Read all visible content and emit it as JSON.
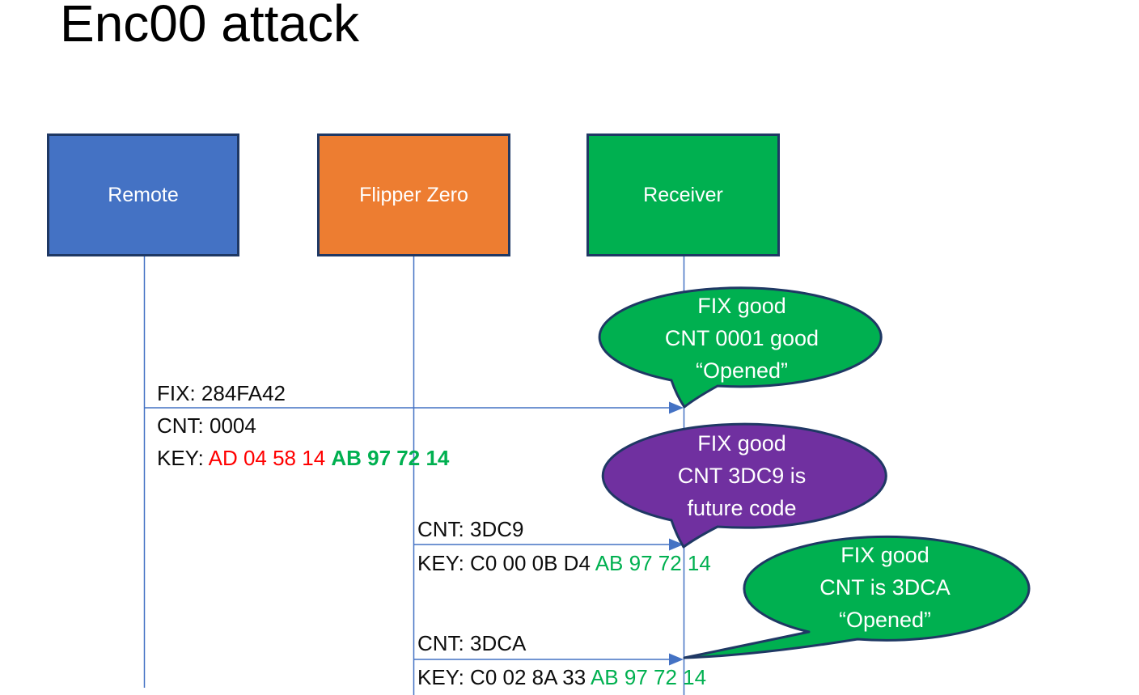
{
  "title": "Enc00 attack",
  "actors": [
    {
      "label": "Remote",
      "fill": "#4472C4"
    },
    {
      "label": "Flipper Zero",
      "fill": "#ED7D31"
    },
    {
      "label": "Receiver",
      "fill": "#00B050"
    }
  ],
  "colors": {
    "box_border": "#1F3864",
    "line_blue": "#4472C4",
    "text_black": "#0d0d0d",
    "key_red": "#FF0000",
    "key_green": "#00B050",
    "bubble_green": "#00B050",
    "bubble_purple": "#7030A0",
    "bubble_text": "#ffffff"
  },
  "messages": {
    "m1": {
      "fix": "FIX: 284FA42",
      "cnt": "CNT: 0004",
      "key_label": "KEY: ",
      "key_red": "AD 04 58 14 ",
      "key_green": "AB 97 72 14"
    },
    "m2": {
      "cnt": "CNT: 3DC9",
      "key_label": "KEY: C0 00 0B D4 ",
      "key_green": "AB 97 72 14"
    },
    "m3": {
      "cnt": "CNT: 3DCA",
      "key_label": "KEY: C0 02 8A 33 ",
      "key_green": "AB 97 72 14"
    }
  },
  "bubbles": {
    "b1": {
      "fill": "#00B050",
      "lines": [
        "FIX good",
        "CNT 0001 good",
        "“Opened”"
      ]
    },
    "b2": {
      "fill": "#7030A0",
      "lines": [
        "FIX good",
        "CNT 3DC9 is",
        "future code"
      ]
    },
    "b3": {
      "fill": "#00B050",
      "lines": [
        "FIX good",
        "CNT is 3DCA",
        "“Opened”"
      ]
    }
  }
}
